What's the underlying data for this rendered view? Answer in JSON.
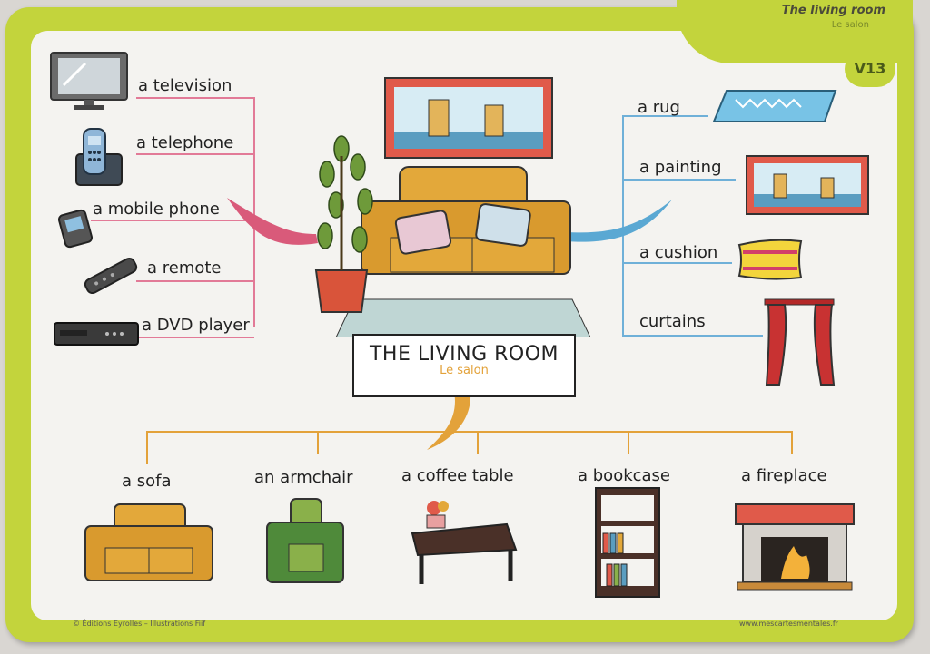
{
  "header": {
    "title": "The living room",
    "subtitle": "Le salon",
    "code": "V13"
  },
  "center": {
    "title": "THE LIVING ROOM",
    "subtitle": "Le salon"
  },
  "left_items": [
    {
      "label": "a television",
      "icon": "television-icon"
    },
    {
      "label": "a telephone",
      "icon": "telephone-icon"
    },
    {
      "label": "a mobile phone",
      "icon": "mobile-phone-icon"
    },
    {
      "label": "a remote",
      "icon": "remote-icon"
    },
    {
      "label": "a DVD player",
      "icon": "dvd-player-icon"
    }
  ],
  "right_items": [
    {
      "label": "a rug",
      "icon": "rug-icon"
    },
    {
      "label": "a painting",
      "icon": "painting-icon"
    },
    {
      "label": "a cushion",
      "icon": "cushion-icon"
    },
    {
      "label": "curtains",
      "icon": "curtains-icon"
    }
  ],
  "bottom_items": [
    {
      "label": "a sofa",
      "icon": "sofa-icon"
    },
    {
      "label": "an armchair",
      "icon": "armchair-icon"
    },
    {
      "label": "a coffee table",
      "icon": "coffee-table-icon"
    },
    {
      "label": "a bookcase",
      "icon": "bookcase-icon"
    },
    {
      "label": "a fireplace",
      "icon": "fireplace-icon"
    }
  ],
  "footer": {
    "left": "© Éditions Eyrolles – Illustrations Fiif",
    "right": "www.mescartesmentales.fr"
  },
  "colors": {
    "frame": "#c3d43c",
    "left_branch": "#e27a97",
    "right_branch": "#6fb0d8",
    "bottom_branch": "#e3a23a"
  }
}
